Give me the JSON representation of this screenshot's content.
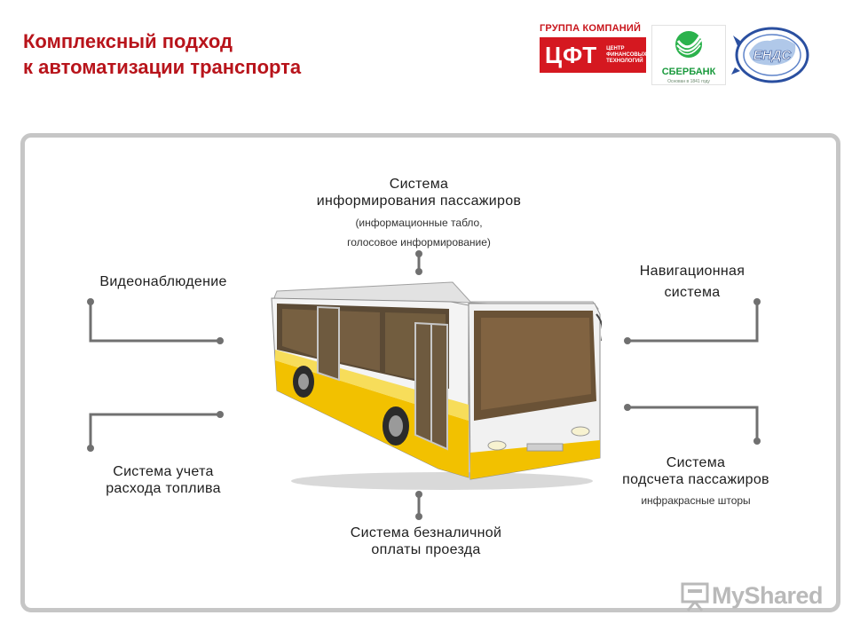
{
  "title": {
    "line1": "Комплексный подход",
    "line2": "к автоматизации транспорта"
  },
  "logos": {
    "cft_group": "ГРУППА КОМПАНИЙ",
    "cft_abbr": "ЦФТ",
    "cft_line1": "ЦЕНТР",
    "cft_line2": "ФИНАНСОВЫХ",
    "cft_line3": "ТЕХНОЛОГИЙ",
    "sber_name": "СБЕРБАНК",
    "sber_tagline": "Основан в 1841 году",
    "ends_abbr": "ЕНДС"
  },
  "systems": {
    "info": {
      "line1": "Система",
      "line2": "информирования пассажиров",
      "note1": "(информационные табло,",
      "note2": "голосовое информирование)"
    },
    "video": {
      "line1": "Видеонаблюдение"
    },
    "nav": {
      "line1": "Навигационная",
      "line2": "система"
    },
    "fuel": {
      "line1": "Система учета",
      "line2": "расхода топлива"
    },
    "counting": {
      "line1": "Система",
      "line2": "подсчета пассажиров",
      "note1": "инфракрасные шторы"
    },
    "payment": {
      "line1": "Система безналичной",
      "line2": "оплаты проезда"
    }
  },
  "watermark": {
    "text": "MyShared"
  },
  "colors": {
    "title_red": "#b8141b",
    "frame_gray": "#c6c6c6",
    "connector_gray": "#707070",
    "bus_yellow": "#f2c100",
    "sber_green": "#1a9a3d"
  }
}
